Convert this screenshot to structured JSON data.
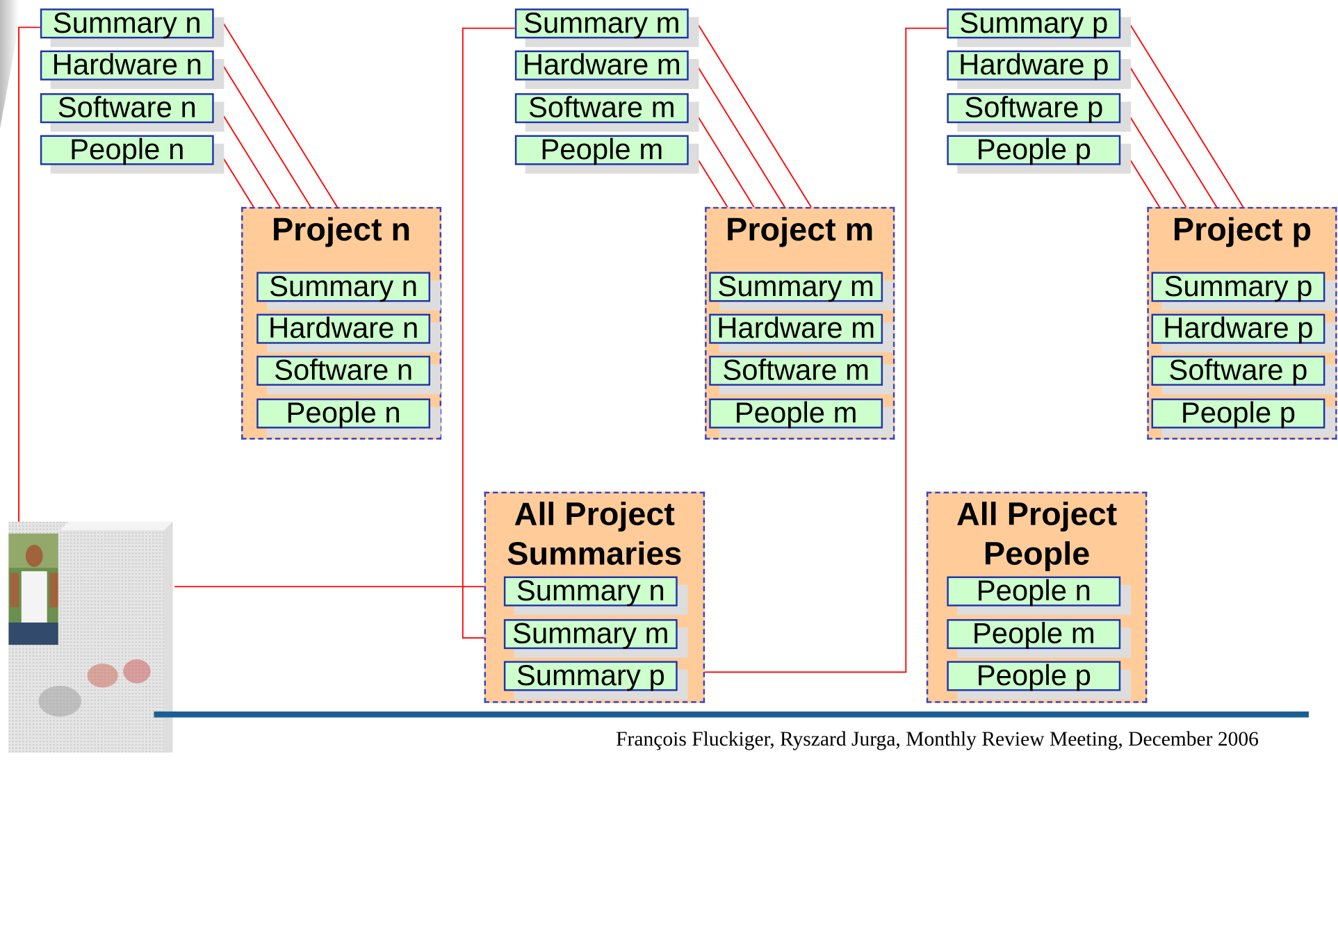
{
  "sources": [
    {
      "items": [
        "Summary n",
        "Hardware n",
        "Software n",
        "People n"
      ]
    },
    {
      "items": [
        "Summary m",
        "Hardware m",
        "Software m",
        "People m"
      ]
    },
    {
      "items": [
        "Summary p",
        "Hardware p",
        "Software p",
        "People p"
      ]
    }
  ],
  "projects": [
    {
      "title": "Project n",
      "items": [
        "Summary n",
        "Hardware n",
        "Software n",
        "People n"
      ]
    },
    {
      "title": "Project m",
      "items": [
        "Summary m",
        "Hardware m",
        "Software m",
        "People m"
      ]
    },
    {
      "title": "Project p",
      "items": [
        "Summary p",
        "Hardware p",
        "Software p",
        "People p"
      ]
    }
  ],
  "summaries": {
    "title_line1": "All Project",
    "title_line2": "Summaries",
    "items": [
      "Summary n",
      "Summary m",
      "Summary p"
    ]
  },
  "people": {
    "title_line1": "All Project",
    "title_line2": "People",
    "items": [
      "People n",
      "People m",
      "People p"
    ]
  },
  "footer": "François Fluckiger, Ryszard Jurga, Monthly Review Meeting, December 2006",
  "colors": {
    "item_fill": "#ccffcc",
    "item_border": "#2233aa",
    "project_fill": "#ffcc99",
    "project_border": "#3344cc",
    "arrow": "#ff0000",
    "rule": "#1a5f93"
  }
}
